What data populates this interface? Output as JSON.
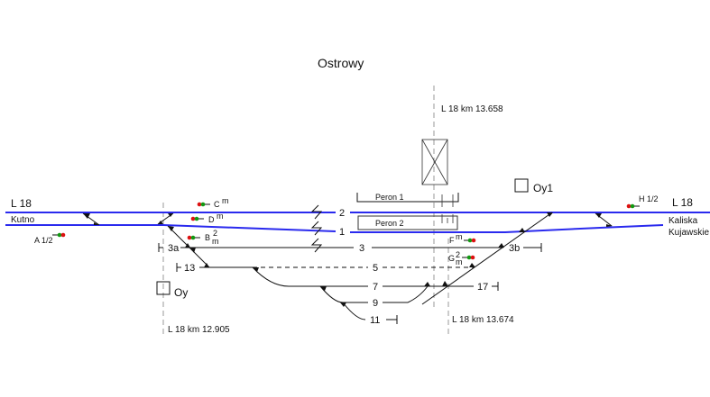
{
  "title": "Ostrowy",
  "line_left": {
    "label": "L 18",
    "destination": "Kutno"
  },
  "line_right": {
    "label": "L 18",
    "destination_line1": "Kaliska",
    "destination_line2": "Kujawskie"
  },
  "km_markers": {
    "top": "L 18  km  13.658",
    "left": "L 18 km  12.905",
    "right": "L 18 km  13.674"
  },
  "posts": {
    "left": "Oy",
    "right": "Oy1"
  },
  "platforms": {
    "p1": "Peron 1",
    "p2": "Peron 2"
  },
  "tracks": {
    "t2": "2",
    "t1": "1",
    "t3": "3",
    "t3a": "3a",
    "t3b": "3b",
    "t13": "13",
    "t5": "5",
    "t7": "7",
    "t9": "9",
    "t11": "11",
    "t17": "17"
  },
  "signals": {
    "A": {
      "name": "A",
      "suffix": "1/2"
    },
    "B": {
      "name": "B",
      "sup": "2",
      "sub": "m"
    },
    "C": {
      "name": "C",
      "sup": "m"
    },
    "D": {
      "name": "D",
      "sup": "m"
    },
    "F": {
      "name": "F",
      "sup": "m"
    },
    "G": {
      "name": "G",
      "sup": "2",
      "sub": "m"
    },
    "H": {
      "name": "H",
      "suffix": "1/2"
    }
  },
  "colors": {
    "main_track": "#2a2aee",
    "track": "#111111",
    "dashed": "#999999",
    "signal_red": "#dd1111",
    "signal_green": "#119911"
  }
}
